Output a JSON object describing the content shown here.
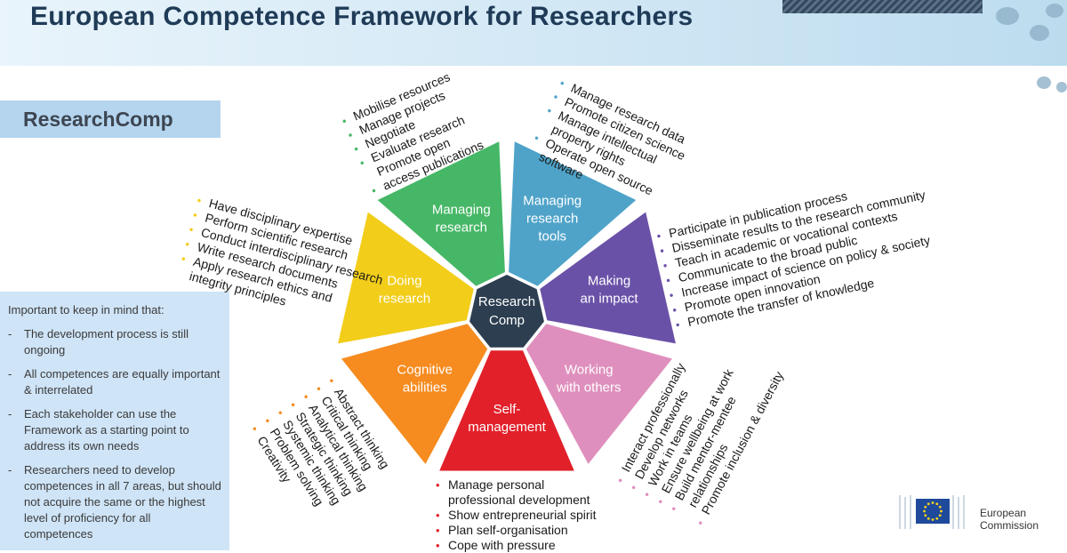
{
  "header": {
    "title": "European Competence Framework for Researchers"
  },
  "badge": {
    "label": "ResearchComp"
  },
  "notes": {
    "title": "Important to keep in mind that:",
    "dash": "-",
    "items": [
      "The development process is still ongoing",
      "All competences are equally important & interrelated",
      "Each stakeholder can use the Framework as a starting point to address its own needs",
      "Researchers need to develop competences in all 7 areas, but should not acquire the same or the highest level of proficiency for all competences"
    ]
  },
  "diagram": {
    "center": {
      "line1": "Research",
      "line2": "Comp",
      "color": "#2c3e50"
    },
    "segments": [
      {
        "key": "managing-research",
        "line1": "Managing",
        "line2": "research",
        "color": "#45b766"
      },
      {
        "key": "managing-research-tools",
        "line1": "Managing",
        "line2": "research",
        "line3": "tools",
        "color": "#4fa3c9"
      },
      {
        "key": "making-an-impact",
        "line1": "Making",
        "line2": "an impact",
        "color": "#6a51a8"
      },
      {
        "key": "working-with-others",
        "line1": "Working",
        "line2": "with others",
        "color": "#df8fbd"
      },
      {
        "key": "self-management",
        "line1": "Self-",
        "line2": "management",
        "color": "#e2202a"
      },
      {
        "key": "cognitive-abilities",
        "line1": "Cognitive",
        "line2": "abilities",
        "color": "#f68b1f"
      },
      {
        "key": "doing-research",
        "line1": "Doing",
        "line2": "research",
        "color": "#f2cd1a"
      }
    ]
  },
  "lists": {
    "bullet": "•",
    "managing_research": [
      "Mobilise resources",
      "Manage projects",
      "Negotiate",
      "Evaluate research",
      "Promote open",
      "access publications"
    ],
    "managing_tools": [
      "Manage research data",
      "Promote citizen science",
      "Manage intellectual",
      "property rights",
      "Operate open source",
      "software"
    ],
    "making_impact": [
      "Participate in publication process",
      "Disseminate results to the research community",
      "Teach in academic or vocational contexts",
      "Communicate to the broad public",
      "Increase impact of science on policy & society",
      "Promote open innovation",
      "Promote the transfer of knowledge"
    ],
    "working_others": [
      "Interact professionally",
      "Develop networks",
      "Work in teams",
      "Ensure wellbeing at work",
      "Build mentor-mentee",
      "relationships",
      "Promote inclusion & diversity"
    ],
    "self_management": [
      "Manage personal",
      "professional development",
      "Show entrepreneurial spirit",
      "Plan self-organisation",
      "Cope with pressure"
    ],
    "cognitive": [
      "Abstract thinking",
      "Critical thinking",
      "Analytical thinking",
      "Strategic thinking",
      "Systemic thinking",
      "Problem solving",
      "Creativity"
    ],
    "doing_research": [
      "Have disciplinary expertise",
      "Perform scientific research",
      "Conduct interdisciplinary research",
      "Write  research documents",
      "Apply research ethics and",
      "integrity principles"
    ]
  },
  "colors": {
    "header_title": "#1f3b57",
    "badge_bg": "#b5d5ef",
    "note_bg": "#cfe4f7",
    "bullet_green": "#45b766",
    "bullet_blue": "#4fa3c9",
    "bullet_purple": "#6a51a8",
    "bullet_pink": "#df8fbd",
    "bullet_red": "#e2202a",
    "bullet_orange": "#f68b1f",
    "bullet_yellow": "#f2cd1a"
  },
  "logo": {
    "line1": "European",
    "line2": "Commission",
    "icon": "eu-flag-icon"
  }
}
